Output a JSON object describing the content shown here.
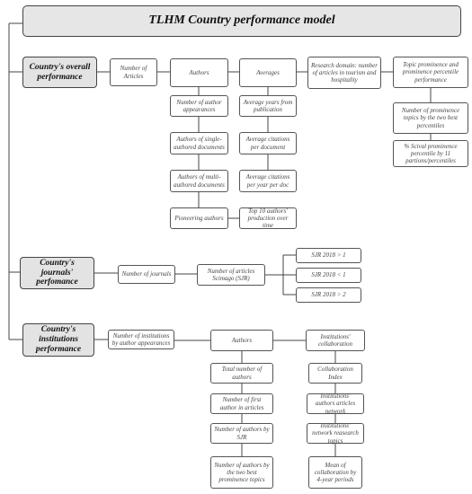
{
  "title": "TLHM Country performance model",
  "overall": {
    "label": "Country's overall performance",
    "articles": "Number of Articles",
    "authors": {
      "header": "Authors",
      "items": [
        "Number of author appearances",
        "Authors of single-authored documents",
        "Authors of multi-authored documents",
        "Pioneering authors"
      ]
    },
    "averages": {
      "header": "Averages",
      "items": [
        "Average years from publication",
        "Average citations per document",
        "Average citations per year per doc",
        "Top 10 authors' production over time"
      ]
    },
    "research_domain": "Research domain: number of articles in tourism and hospitality",
    "topic": {
      "header": "Topic prominence and prominence percentile performance",
      "items": [
        "Number of prominence topics by the two best percentiles",
        "% Scival prominence percentile by 11 partions/percentiles"
      ]
    }
  },
  "journals": {
    "label": "Country's journals' perfomance",
    "number_journals": "Number of journals",
    "articles_sjr": "Number of articles Scimago (SJR)",
    "sjr_items": [
      "SJR 2018 > 1",
      "SJR 2018 < 1",
      "SJR 2018 > 2"
    ]
  },
  "institutions": {
    "label": "Country's institutions performance",
    "by_author": "Number of institutions by author appearances",
    "authors": {
      "header": "Authors",
      "items": [
        "Total number of authors",
        "Number of first author in articles",
        "Number of authors by SJR",
        "Number of authors by the two best prominence topics"
      ]
    },
    "collaboration": {
      "header": "Institutions' collaboration",
      "items": [
        "Collaboration Index",
        "Institutions' authors articles network",
        "Institutions' network reasearch topics",
        "Mean of collaboration by 4-year periods"
      ]
    }
  }
}
